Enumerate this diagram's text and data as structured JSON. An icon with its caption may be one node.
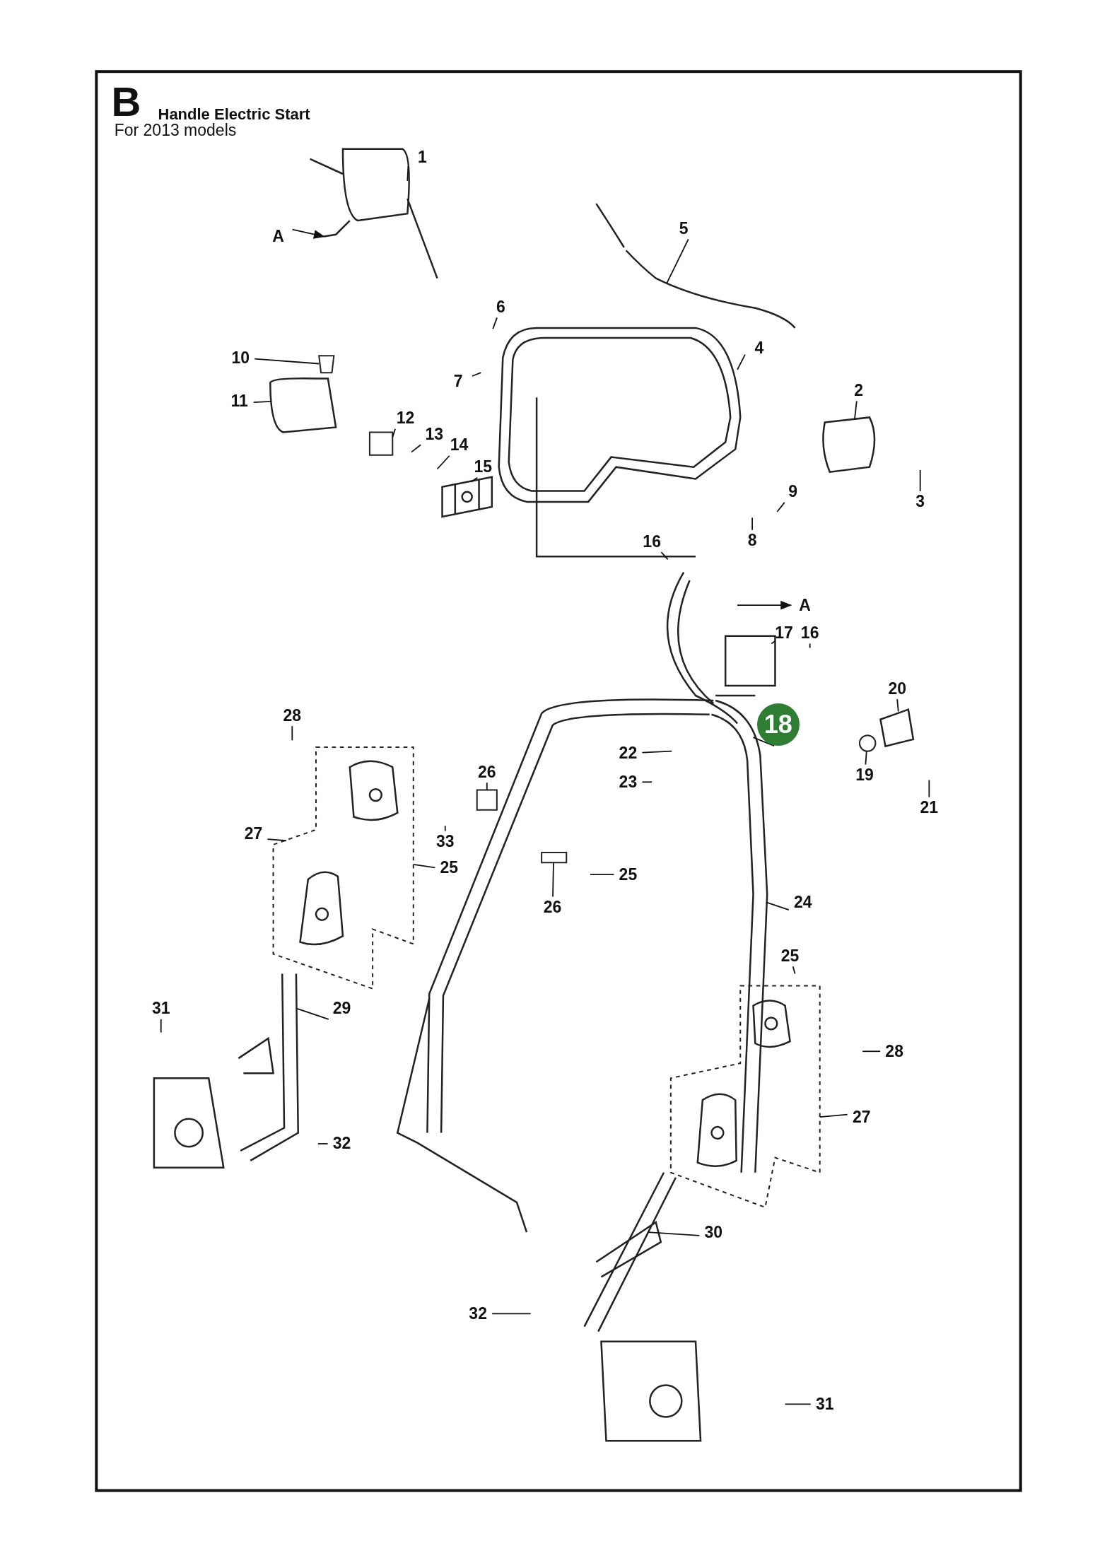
{
  "diagram": {
    "title": "Handle Electric Start",
    "nodes": [
      {
        "text": [
          "1"
        ]
      },
      {
        "text": [
          "A"
        ]
      },
      {
        "text": [
          "5"
        ]
      },
      {
        "text": [
          "6"
        ]
      },
      {
        "text": [
          "4"
        ]
      },
      {
        "text": [
          "7"
        ]
      },
      {
        "text": [
          "10"
        ]
      },
      {
        "text": [
          "2"
        ]
      },
      {
        "text": [
          "11"
        ]
      },
      {
        "text": [
          "12"
        ]
      },
      {
        "text": [
          "13"
        ]
      },
      {
        "text": [
          "14"
        ]
      },
      {
        "text": [
          "15"
        ]
      },
      {
        "text": [
          "9"
        ]
      },
      {
        "text": [
          "3"
        ]
      },
      {
        "text": [
          "8"
        ]
      },
      {
        "text": [
          "16"
        ]
      },
      {
        "text": [
          "A"
        ]
      },
      {
        "text": [
          "17"
        ]
      },
      {
        "text": [
          "16"
        ]
      },
      {
        "text": [
          "20"
        ]
      },
      {
        "text": [
          "18"
        ]
      },
      {
        "text": [
          "22"
        ]
      },
      {
        "text": [
          "28"
        ]
      },
      {
        "text": [
          "19"
        ]
      },
      {
        "text": [
          "23"
        ]
      },
      {
        "text": [
          "26"
        ]
      },
      {
        "text": [
          "21"
        ]
      },
      {
        "text": [
          "27"
        ]
      },
      {
        "text": [
          "33"
        ]
      },
      {
        "text": [
          "25"
        ]
      },
      {
        "text": [
          "25"
        ]
      },
      {
        "text": [
          "26"
        ]
      },
      {
        "text": [
          "24"
        ]
      },
      {
        "text": [
          "25"
        ]
      },
      {
        "text": [
          "29"
        ]
      },
      {
        "text": [
          "31"
        ]
      },
      {
        "text": [
          "28"
        ]
      },
      {
        "text": [
          "27"
        ]
      },
      {
        "text": [
          "32"
        ]
      },
      {
        "text": [
          "30"
        ]
      },
      {
        "text": [
          "32"
        ]
      },
      {
        "text": [
          "31"
        ]
      },
      {
        "text": [],
        "shape": "box"
      },
      {
        "text": [],
        "shape": "box"
      },
      {
        "text": [],
        "shape": "picture"
      },
      {
        "text": [],
        "shape": "picture"
      },
      {
        "text": [],
        "shape": "picture"
      },
      {
        "text": [],
        "shape": "picture"
      },
      {
        "text": [],
        "shape": "box"
      },
      {
        "text": [],
        "shape": "picture"
      },
      {
        "text": [],
        "shape": "box"
      },
      {
        "text": [],
        "shape": "picture"
      },
      {
        "text": [],
        "shape": "picture"
      },
      {
        "text": [],
        "shape": "picture"
      },
      {
        "text": [],
        "shape": "picture"
      },
      {
        "text": [],
        "shape": "picture"
      },
      {
        "text": [],
        "shape": "picture"
      },
      {
        "text": [],
        "shape": "box"
      },
      {
        "text": [],
        "shape": "box"
      },
      {
        "text": [],
        "shape": "circle"
      }
    ],
    "edges": [
      {
        "from": 0,
        "to": 45,
        "arrow": "none"
      },
      {
        "from": 1,
        "to": 45,
        "arrow": "to"
      },
      {
        "from": 2,
        "to": 47,
        "arrow": "none"
      },
      {
        "from": 3,
        "to": null,
        "arrow": "none"
      },
      {
        "from": 4,
        "to": 46,
        "arrow": "none"
      },
      {
        "from": 5,
        "to": null,
        "arrow": "none"
      },
      {
        "from": 6,
        "to": 49,
        "arrow": "none"
      },
      {
        "from": 7,
        "to": 50,
        "arrow": "none"
      },
      {
        "from": 8,
        "to": 48,
        "arrow": "none"
      },
      {
        "from": 9,
        "to": 51,
        "arrow": "none"
      },
      {
        "from": 10,
        "to": null,
        "arrow": "none"
      },
      {
        "from": 11,
        "to": null,
        "arrow": "none"
      },
      {
        "from": 12,
        "to": 52,
        "arrow": "none"
      },
      {
        "from": 13,
        "to": null,
        "arrow": "none"
      },
      {
        "from": 14,
        "to": null,
        "arrow": "none"
      },
      {
        "from": 15,
        "to": null,
        "arrow": "none"
      },
      {
        "from": 16,
        "to": null,
        "arrow": "none"
      },
      {
        "from": null,
        "to": 17,
        "arrow": "to"
      },
      {
        "from": 18,
        "to": 53,
        "arrow": "none"
      },
      {
        "from": 19,
        "to": null,
        "arrow": "none"
      },
      {
        "from": 20,
        "to": 54,
        "arrow": "none"
      },
      {
        "from": 21,
        "to": 55,
        "arrow": "none"
      },
      {
        "from": 22,
        "to": null,
        "arrow": "none"
      },
      {
        "from": 23,
        "to": null,
        "arrow": "none"
      },
      {
        "from": 24,
        "to": 60,
        "arrow": "none"
      },
      {
        "from": 25,
        "to": null,
        "arrow": "none"
      },
      {
        "from": 26,
        "to": 58,
        "arrow": "none"
      },
      {
        "from": 27,
        "to": null,
        "arrow": "none"
      },
      {
        "from": 28,
        "to": 43,
        "arrow": "none"
      },
      {
        "from": 29,
        "to": null,
        "arrow": "none"
      },
      {
        "from": 30,
        "to": 43,
        "arrow": "none"
      },
      {
        "from": 31,
        "to": null,
        "arrow": "none"
      },
      {
        "from": 32,
        "to": 59,
        "arrow": "none"
      },
      {
        "from": 33,
        "to": 55,
        "arrow": "none"
      },
      {
        "from": 34,
        "to": null,
        "arrow": "none"
      },
      {
        "from": 35,
        "to": 56,
        "arrow": "none"
      },
      {
        "from": 36,
        "to": null,
        "arrow": "none"
      },
      {
        "from": 37,
        "to": null,
        "arrow": "none"
      },
      {
        "from": 38,
        "to": 44,
        "arrow": "none"
      },
      {
        "from": 39,
        "to": null,
        "arrow": "none"
      },
      {
        "from": 40,
        "to": 57,
        "arrow": "none"
      },
      {
        "from": 41,
        "to": null,
        "arrow": "none"
      },
      {
        "from": 42,
        "to": null,
        "arrow": "none"
      }
    ],
    "labels": [
      "B",
      "For 2013 models"
    ]
  }
}
